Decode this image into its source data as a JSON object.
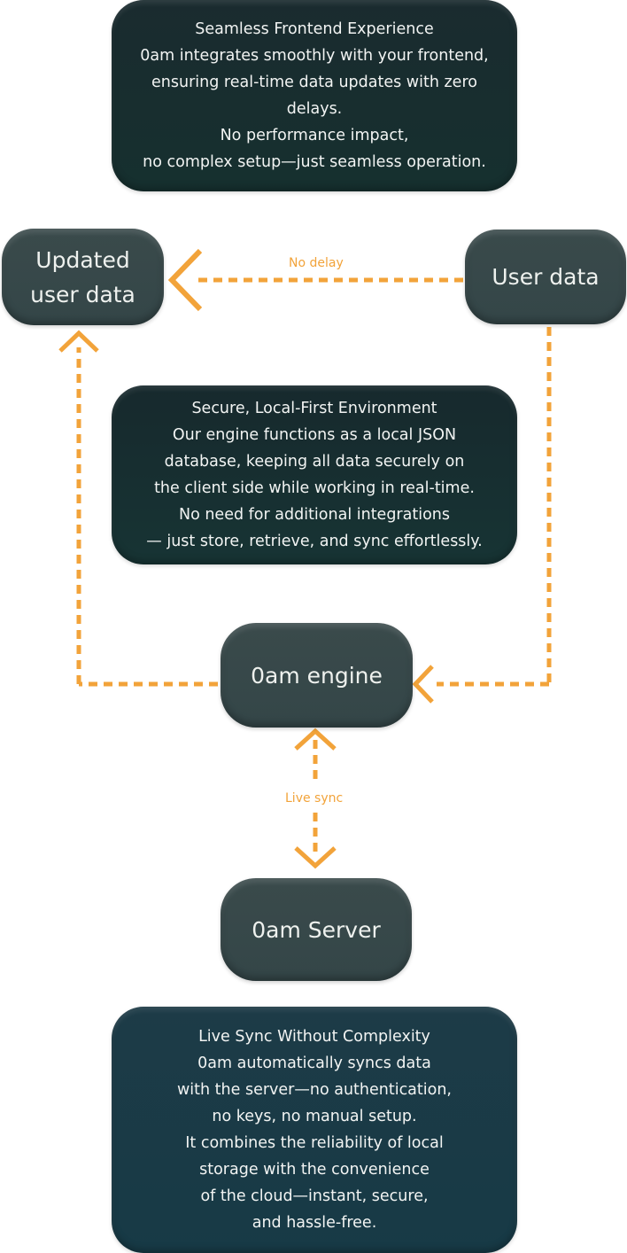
{
  "descriptions": {
    "frontend": {
      "lines": [
        "Seamless Frontend Experience",
        "0am integrates smoothly with your frontend,",
        "ensuring real-time data updates with zero",
        "delays.",
        "No performance impact,",
        "no complex setup—just seamless operation."
      ]
    },
    "local": {
      "lines": [
        "Secure, Local-First Environment",
        "Our engine functions as a local JSON",
        "database, keeping all data securely on",
        "the client side while working in real-time.",
        "No need for additional integrations",
        "— just store, retrieve, and sync effortlessly."
      ]
    },
    "sync": {
      "lines": [
        "Live Sync Without Complexity",
        "0am automatically syncs data",
        "with the server—no authentication,",
        "no keys, no manual setup.",
        "It combines the reliability of local",
        "storage with the convenience",
        "of the cloud—instant, secure,",
        "and hassle-free."
      ]
    }
  },
  "nodes": {
    "updated_user_data": {
      "lines": [
        "Updated",
        "user data"
      ]
    },
    "user_data": {
      "label": "User data"
    },
    "engine": {
      "label": "0am engine"
    },
    "server": {
      "label": "0am Server"
    }
  },
  "edges": {
    "no_delay": "No delay",
    "live_sync": "Live sync"
  },
  "colors": {
    "connector": "#f2a33a",
    "node_bg": "#3a4a4b",
    "desc_dark": "#17292d",
    "desc_teal": "#1d3b47",
    "text_light": "#f2f4f3"
  }
}
